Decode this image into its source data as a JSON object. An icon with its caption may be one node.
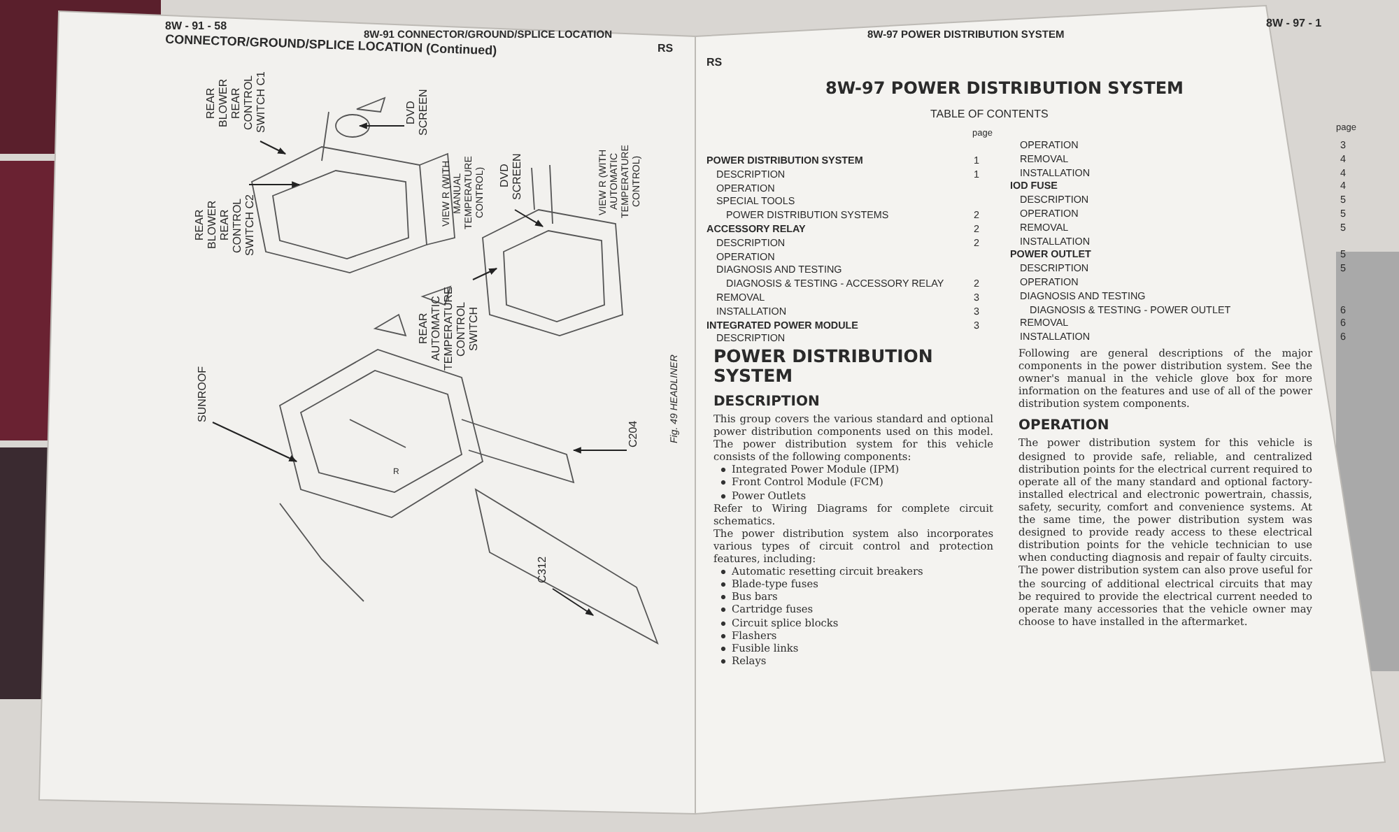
{
  "diagram": {
    "nodes": [
      {
        "text": [
          "REAR BLOWER REAR CONTROL SWITCH C1"
        ]
      },
      {
        "text": [
          "REAR BLOWER REAR CONTROL SWITCH C2"
        ]
      },
      {
        "text": [
          "DVD SCREEN"
        ]
      },
      {
        "text": [
          "DVD SCREEN"
        ]
      },
      {
        "text": [
          "REAR AUTOMATIC TEMPERATURE CONTROL SWITCH"
        ]
      },
      {
        "text": [
          "SUNROOF"
        ]
      },
      {
        "text": [
          "C204"
        ]
      },
      {
        "text": [
          "C312"
        ]
      }
    ],
    "edges": [
      {
        "from": 0,
        "to": null,
        "arrow": "to"
      },
      {
        "from": 1,
        "to": null,
        "arrow": "to"
      },
      {
        "from": 2,
        "to": null,
        "arrow": "to"
      },
      {
        "from": 3,
        "to": null,
        "arrow": "to"
      },
      {
        "from": 4,
        "to": null,
        "arrow": "to"
      },
      {
        "from": 5,
        "to": null,
        "arrow": "to"
      },
      {
        "from": 6,
        "to": null,
        "arrow": "to"
      },
      {
        "from": 7,
        "to": null,
        "arrow": "to"
      }
    ],
    "labels": [
      "8W - 91 - 58",
      "8W-91 CONNECTOR/GROUND/SPLICE LOCATION",
      "RS",
      "CONNECTOR/GROUND/SPLICE LOCATION (Continued)",
      "VIEW R (WITH MANUAL TEMPERATURE CONTROL)",
      "VIEW R (WITH AUTOMATIC TEMPERATURE CONTROL)",
      "R",
      "Fig. 49 HEADLINER",
      "RS",
      "8W-97 POWER DISTRIBUTION SYSTEM",
      "8W - 97 - 1",
      "8W-97 POWER DISTRIBUTION SYSTEM",
      "TABLE OF CONTENTS",
      "page",
      "page",
      "POWER DISTRIBUTION SYSTEM",
      "1",
      "DESCRIPTION",
      "1",
      "OPERATION",
      "SPECIAL TOOLS",
      "POWER DISTRIBUTION SYSTEMS",
      "2",
      "ACCESSORY RELAY",
      "2",
      "DESCRIPTION",
      "2",
      "OPERATION",
      "DIAGNOSIS AND TESTING",
      "DIAGNOSIS & TESTING - ACCESSORY RELAY",
      "2",
      "REMOVAL",
      "3",
      "INSTALLATION",
      "3",
      "INTEGRATED POWER MODULE",
      "3",
      "DESCRIPTION",
      "OPERATION",
      "3",
      "REMOVAL",
      "4",
      "INSTALLATION",
      "4",
      "IOD FUSE",
      "4",
      "DESCRIPTION",
      "5",
      "OPERATION",
      "5",
      "REMOVAL",
      "5",
      "INSTALLATION",
      "POWER OUTLET",
      "5",
      "DESCRIPTION",
      "5",
      "OPERATION",
      "DIAGNOSIS AND TESTING",
      "DIAGNOSIS & TESTING - POWER OUTLET",
      "6",
      "REMOVAL",
      "6",
      "INSTALLATION",
      "6",
      "POWER DISTRIBUTION SYSTEM",
      "DESCRIPTION",
      "This group covers the various standard and optional power distribution components used on this model. The power distribution system for this vehicle consists of the following components:",
      "Integrated Power Module (IPM)",
      "Front Control Module (FCM)",
      "Power Outlets",
      "Refer to Wiring Diagrams for complete circuit schematics.",
      "The power distribution system also incorporates various types of circuit control and protection features, including:",
      "Automatic resetting circuit breakers",
      "Blade-type fuses",
      "Bus bars",
      "Cartridge fuses",
      "Circuit splice blocks",
      "Flashers",
      "Fusible links",
      "Relays",
      "Following are general descriptions of the major components in the power distribution system. See the owner's manual in the vehicle glove box for more information on the features and use of all of the power distribution system components.",
      "OPERATION",
      "The power distribution system for this vehicle is designed to provide safe, reliable, and centralized distribution points for the electrical current required to operate all of the many standard and optional factory-installed electrical and electronic powertrain, chassis, safety, security, comfort and convenience systems. At the same time, the power distribution system was designed to provide ready access to these electrical distribution points for the vehicle technician to use when conducting diagnosis and repair of faulty circuits. The power distribution system can also prove useful for the sourcing of additional electrical circuits that may be required to provide the electrical current needed to operate many accessories that the vehicle owner may choose to have installed in the aftermarket."
    ]
  }
}
